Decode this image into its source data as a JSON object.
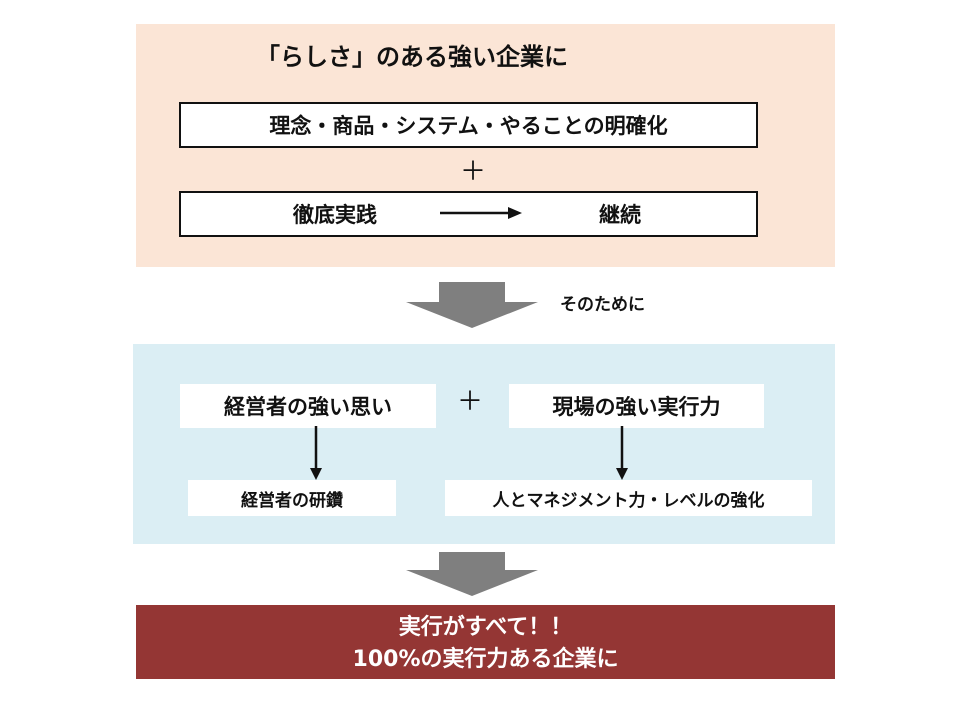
{
  "colors": {
    "top_panel": "#fbe5d6",
    "middle_panel": "#dbeef4",
    "bottom_panel": "#943634",
    "arrow_gray": "#7f7f7f"
  },
  "top": {
    "title": "「らしさ」のある強い企業に",
    "clarify_box": "理念・商品・システム・やることの明確化",
    "plus": "＋",
    "practice": "徹底実践",
    "continue": "継続"
  },
  "transition": {
    "label": "そのために"
  },
  "middle": {
    "manager_thought": "経営者の強い思い",
    "plus": "＋",
    "field_execution": "現場の強い実行力",
    "manager_training": "経営者の研鑽",
    "people_management": "人とマネジメント力・レベルの強化"
  },
  "bottom": {
    "line1": "実行がすべて！！",
    "line2": "100%の実行力ある企業に"
  }
}
